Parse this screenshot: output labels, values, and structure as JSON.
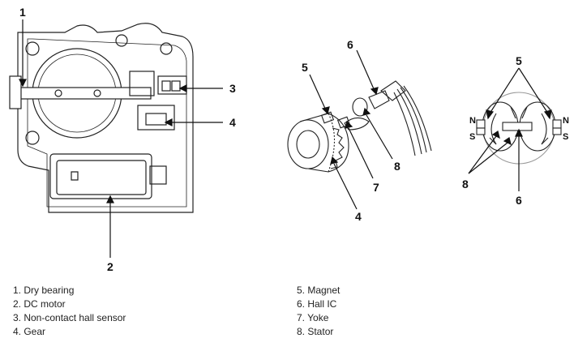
{
  "figure": {
    "callouts_left": [
      "1",
      "2",
      "3",
      "4"
    ],
    "callouts_mid": [
      "4",
      "5",
      "6",
      "7",
      "8"
    ],
    "callouts_right": [
      "5",
      "6",
      "8"
    ],
    "pole_labels": [
      "N",
      "S",
      "N",
      "S"
    ]
  },
  "legend_left": [
    "1. Dry bearing",
    "2. DC motor",
    "3. Non-contact hall sensor",
    "4. Gear"
  ],
  "legend_right": [
    "5. Magnet",
    "6. Hall IC",
    "7. Yoke",
    "8. Stator"
  ]
}
